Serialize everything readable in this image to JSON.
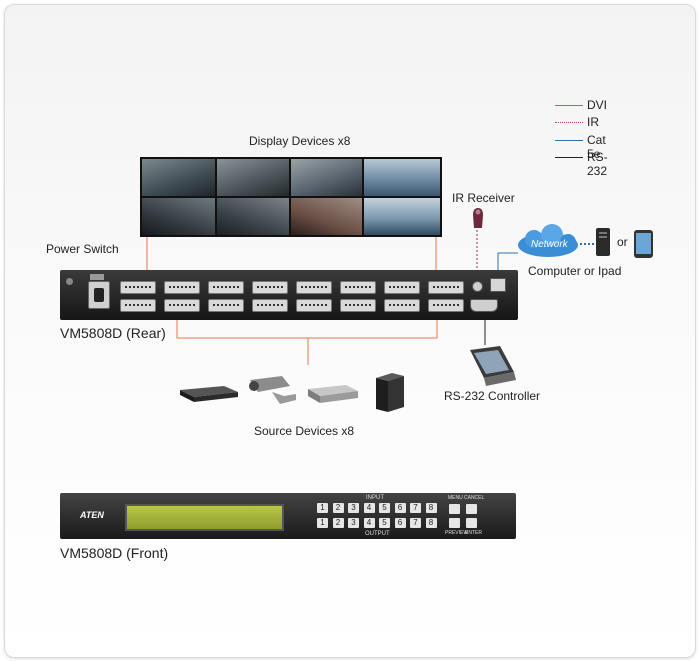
{
  "legend": [
    {
      "label": "DVI",
      "color": "#d6506a",
      "style": "solid"
    },
    {
      "label": "IR",
      "color": "#b5456a",
      "style": "dotted"
    },
    {
      "label": "Cat 5e",
      "color": "#2f6fb0",
      "style": "solid"
    },
    {
      "label": "RS-232",
      "color": "#222222",
      "style": "solid"
    }
  ],
  "labels": {
    "display_devices": "Display Devices x8",
    "ir_receiver": "IR Receiver",
    "power_switch": "Power Switch",
    "network": "Network",
    "or": "or",
    "computer_or_ipad": "Computer or Ipad",
    "rear_title": "VM5808D (Rear)",
    "rs232_controller": "RS-232 Controller",
    "source_devices": "Source Devices x8",
    "front_title": "VM5808D (Front)"
  },
  "front_panel": {
    "brand": "ATEN",
    "input_label": "INPUT",
    "output_label": "OUTPUT",
    "menu_label": "MENU",
    "cancel_label": "CANCEL",
    "preview_label": "PREVIEW",
    "enter_label": "ENTER",
    "buttons_row1": [
      "1",
      "2",
      "3",
      "4",
      "5",
      "6",
      "7",
      "8"
    ],
    "buttons_row2": [
      "1",
      "2",
      "3",
      "4",
      "5",
      "6",
      "7",
      "8"
    ]
  },
  "colors": {
    "dvi": "#d6506a",
    "ir": "#b5456a",
    "cat5e": "#2f6fb0",
    "rs232": "#222222",
    "connector": "#e8734f",
    "cloud": "#3a8ed6"
  },
  "icons": [
    "power-inlet-icon",
    "ir-receiver-icon",
    "cloud-network-icon",
    "computer-tower-icon",
    "tablet-icon",
    "rs232-controller-icon",
    "dvd-player-icon",
    "security-camera-icon",
    "media-player-icon",
    "desktop-pc-icon"
  ]
}
